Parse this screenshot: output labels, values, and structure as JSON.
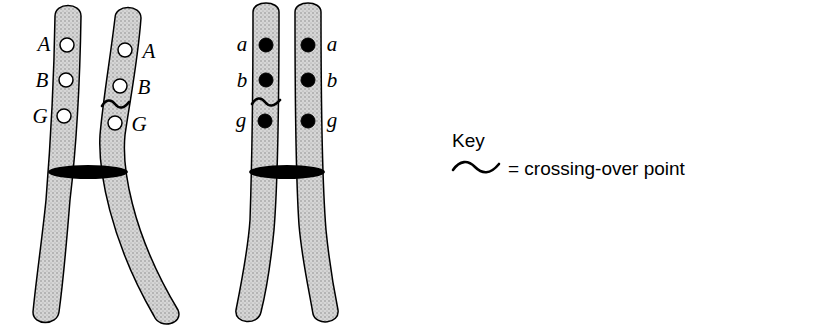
{
  "diagram": {
    "labels": [
      "A",
      "B",
      "G",
      "A",
      "B",
      "G",
      "a",
      "b",
      "g",
      "a",
      "b",
      "g",
      "Key"
    ],
    "legend": [
      {
        "text": "= crossing-over point"
      }
    ]
  }
}
